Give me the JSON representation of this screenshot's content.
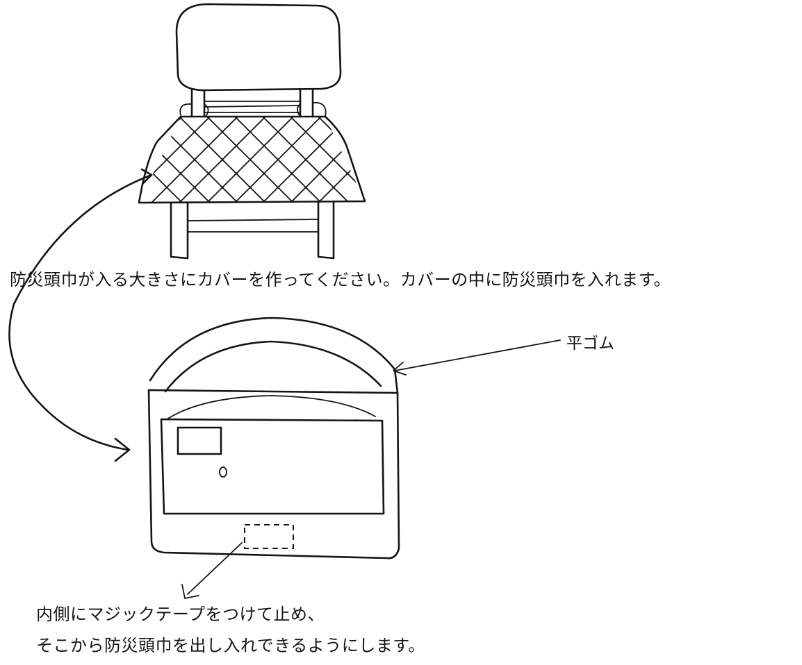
{
  "captions": {
    "main": "防災頭巾が入る大きさにカバーを作ってください。カバーの中に防災頭巾を入れます。",
    "elastic_band": "平ゴム",
    "velcro_note_line1": "内側にマジックテープをつけて止め、",
    "velcro_note_line2": "そこから防災頭巾を出し入れできるようにします。"
  },
  "figures": {
    "chair": "chair-with-quilted-seat-cover",
    "cover": "hood-cover-with-elastic-band"
  },
  "colors": {
    "ink": "#141414",
    "paper": "#ffffff"
  }
}
